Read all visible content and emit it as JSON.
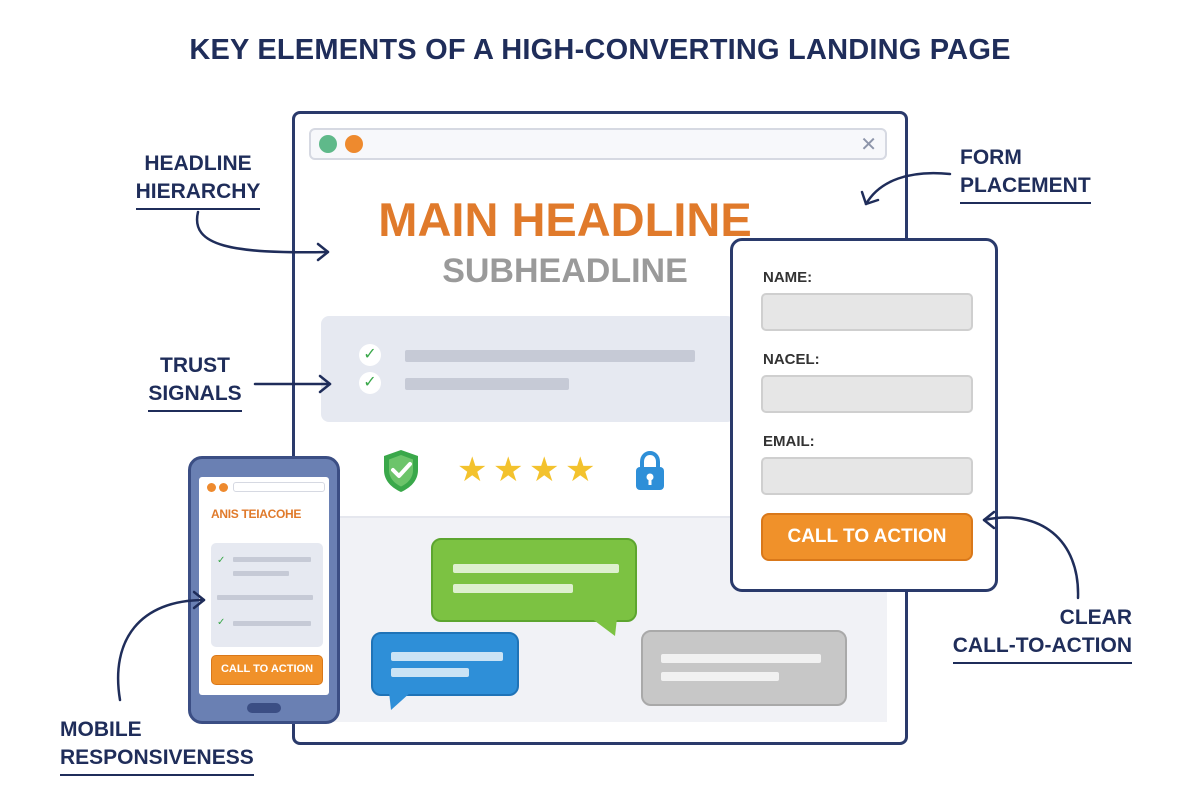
{
  "title": "KEY ELEMENTS OF A HIGH-CONVERTING LANDING PAGE",
  "callouts": {
    "headline": [
      "HEADLINE",
      "HIERARCHY"
    ],
    "trust": [
      "TRUST",
      "SIGNALS"
    ],
    "mobile": [
      "MOBILE",
      "RESPONSIVENESS"
    ],
    "form": [
      "FORM",
      "PLACEMENT"
    ],
    "cta": [
      "CLEAR",
      "CALL-TO-ACTION"
    ]
  },
  "browser": {
    "close_icon": "close-x-icon",
    "main_headline": "MAIN HEADLINE",
    "subheadline": "SUBHEADLINE"
  },
  "form": {
    "label_1": "NAME:",
    "label_2": "NACEL:",
    "label_3": "EMAIL:",
    "cta_label": "CALL TO ACTION"
  },
  "mobile": {
    "headline": "ANIS TEIACOHE",
    "cta_label": "CALL TO ACTION"
  },
  "colors": {
    "navy": "#1f2d5a",
    "orange": "#e07a2b",
    "cta_orange": "#f0912a",
    "green": "#3aa84a",
    "bubble_green": "#7cc242",
    "bubble_blue": "#2e8fd8",
    "bubble_gray": "#c7c7c7",
    "star": "#f3c22d"
  }
}
